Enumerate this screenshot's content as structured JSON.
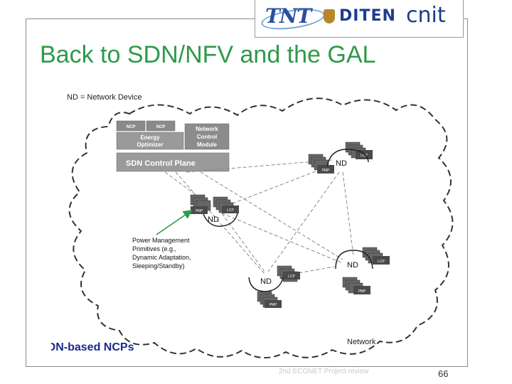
{
  "logos": {
    "tnt": "TNT",
    "diten": "DITEN",
    "cnit": "cnit"
  },
  "slide": {
    "title": "Back to SDN/NFV and the GAL",
    "page_number": "66",
    "footer": "2nd ECONET Project review"
  },
  "diagram": {
    "legend": "ND = Network Device",
    "ncp_label": "NCP",
    "energy_optimizer": [
      "Energy",
      "Optimizer"
    ],
    "network_control_module": [
      "Network",
      "Control",
      "Module"
    ],
    "sdn_control_plane": "SDN Control Plane",
    "nd_label": "ND",
    "lcp_label": "LCP",
    "pmp_label": "PMP",
    "pmp_annotation": [
      "Power Management",
      "Primitives (e.g.,",
      "Dynamic Adaptation,",
      "Sleeping/Standby)"
    ],
    "network_label": "Network",
    "caption": "SDN-based NCPs"
  }
}
